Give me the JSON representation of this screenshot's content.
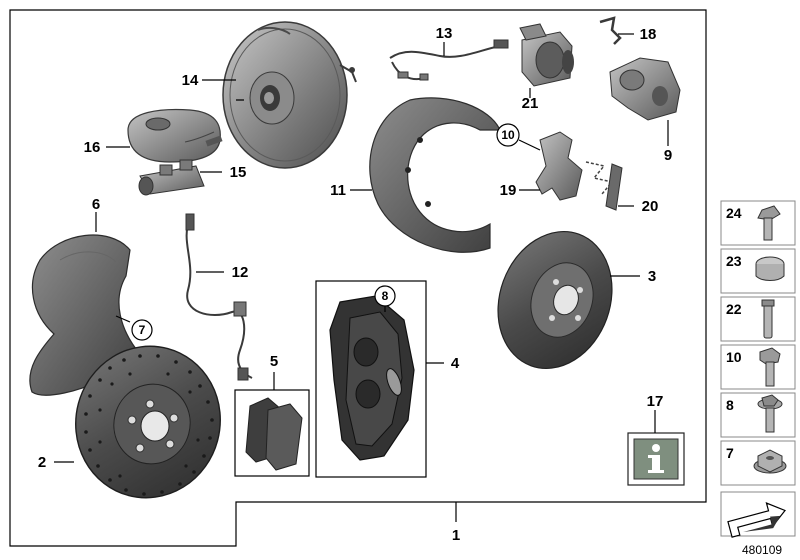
{
  "callouts": {
    "c1": "1",
    "c2": "2",
    "c3": "3",
    "c4": "4",
    "c5": "5",
    "c6": "6",
    "c7": "7",
    "c8": "8",
    "c9": "9",
    "c10": "10",
    "c11": "11",
    "c12": "12",
    "c13": "13",
    "c14": "14",
    "c15": "15",
    "c16": "16",
    "c17": "17",
    "c18": "18",
    "c19": "19",
    "c20": "20",
    "c21": "21"
  },
  "side_panel": {
    "items": [
      {
        "label": "24",
        "icon": "flange-bolt-icon"
      },
      {
        "label": "23",
        "icon": "cap-plug-icon"
      },
      {
        "label": "22",
        "icon": "guide-pin-icon"
      },
      {
        "label": "10",
        "icon": "hex-bolt-icon"
      },
      {
        "label": "8",
        "icon": "collar-bolt-icon"
      },
      {
        "label": "7",
        "icon": "hex-nut-icon"
      }
    ]
  },
  "diagram_id": "480109",
  "colors": {
    "part_dark": "#3a3a3a",
    "part_mid": "#6e6e6e",
    "part_light": "#b5b5b5",
    "panel_fill": "#e8e8e8",
    "info_green": "#7f8f7f"
  }
}
